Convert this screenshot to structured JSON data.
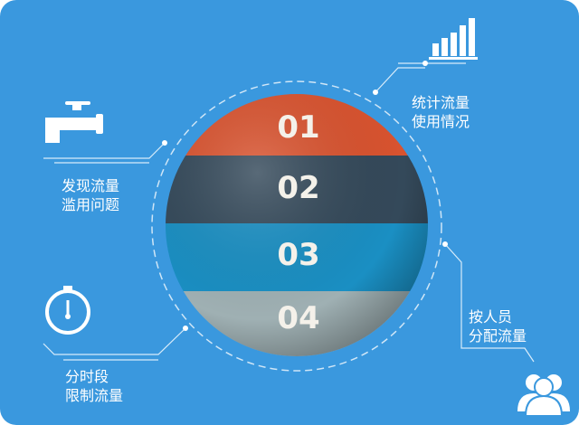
{
  "segments": [
    {
      "number": "01",
      "color": "#d9532f"
    },
    {
      "number": "02",
      "color": "#34495a"
    },
    {
      "number": "03",
      "color": "#1a8fc3"
    },
    {
      "number": "04",
      "color": "#9fb0b3"
    }
  ],
  "labels": {
    "top_right": [
      "统计流量",
      "使用情况"
    ],
    "left": [
      "发现流量",
      "滥用问题"
    ],
    "bottom_left": [
      "分时段",
      "限制流量"
    ],
    "right": [
      "按人员",
      "分配流量"
    ]
  },
  "icons": [
    "bar-chart-icon",
    "faucet-icon",
    "stopwatch-icon",
    "users-icon"
  ],
  "background": "#3a98de"
}
